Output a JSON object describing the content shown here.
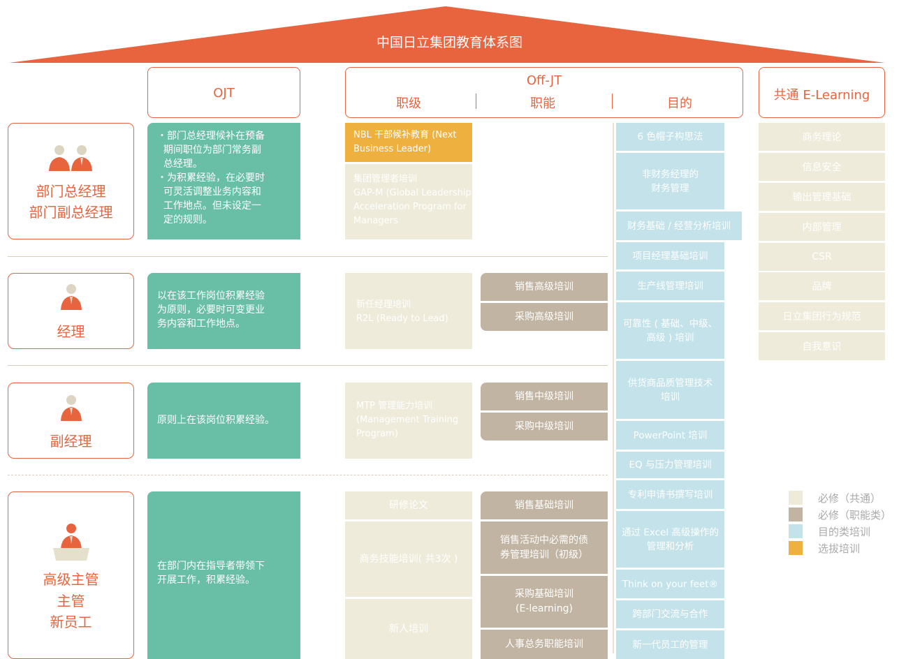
{
  "title": "中国日立集团教育体系图",
  "headers": {
    "ojt": "OJT",
    "offjt": "Off-JT",
    "rank": "职级",
    "function": "职能",
    "purpose": "目的",
    "elearning": "共通 E-Learning"
  },
  "roles": [
    {
      "lines": [
        "部门总经理",
        "部门副总经理"
      ]
    },
    {
      "lines": [
        "经理"
      ]
    },
    {
      "lines": [
        "副经理"
      ]
    },
    {
      "lines": [
        "高级主管",
        "主管",
        "新员工"
      ]
    }
  ],
  "ojt": [
    [
      "・部门总经理候补在预备",
      "  期间职位为部门常务副",
      "  总经理。",
      "・为积累经验，在必要时",
      "  可灵活调整业务内容和",
      "  工作地点。但未设定一",
      "  定的规则。"
    ],
    [
      "以在该工作岗位积累经验",
      "为原则，必要时可变更业",
      "务内容和工作地点。"
    ],
    [
      "原则上在该岗位积累经验。"
    ],
    [
      "在部门内在指导者带领下",
      "开展工作，积累经验。"
    ]
  ],
  "rank": {
    "nbl": [
      "NBL 干部候补教育 (Next",
      "Business Leader)"
    ],
    "gap": [
      "集团管理者培训",
      "GAP-M (Global Leadership",
      "Acceleration Program for",
      "Managers"
    ],
    "r2l": [
      "新任经理培训",
      "R2L (Ready to Lead)"
    ],
    "mtp": [
      "MTP 管理能力培训",
      "(Management Training",
      "Program)"
    ],
    "thesis": "研修论文",
    "business": "商务技能培训( 共3次 )",
    "newhire": "新人培训"
  },
  "function": {
    "sales_adv": "销售高级培训",
    "purch_adv": "采购高级培训",
    "sales_mid": "销售中级培训",
    "purch_mid": "采购中级培训",
    "sales_basic": "销售基础培训",
    "debt": [
      "销售活动中必需的债",
      "券管理培训（初级）"
    ],
    "purch_basic": [
      "采购基础培训",
      "(E-learning)"
    ],
    "hr": "人事总务职能培训"
  },
  "purpose": [
    [
      "6 色帽子构思法"
    ],
    [
      "非财务经理的",
      "财务管理"
    ],
    [
      "财务基础 / 经营分析培训"
    ],
    [
      "项目经理基础培训"
    ],
    [
      "生产线管理培训"
    ],
    [
      "可靠性 ( 基础、中级、",
      "高级 ) 培训"
    ],
    [
      "供货商品质管理技术",
      "培训"
    ],
    [
      "PowerPoint 培训"
    ],
    [
      "EQ 与压力管理培训"
    ],
    [
      "专利申请书撰写培训"
    ],
    [
      "通过 Excel 高级操作的",
      "管理和分析"
    ],
    [
      "Think on your feet®"
    ],
    [
      "跨部门交流与合作"
    ],
    [
      "新一代员工的管理"
    ]
  ],
  "elearning": [
    "商务理论",
    "信息安全",
    "输出管理基础",
    "内部管理",
    "CSR",
    "品牌",
    "日立集团行为规范",
    "自我意识"
  ],
  "legend": [
    {
      "label": "必修（共通）",
      "color": "#eeebda"
    },
    {
      "label": "必修（职能类）",
      "color": "#c2b4a2"
    },
    {
      "label": "目的类培训",
      "color": "#c3e2ea"
    },
    {
      "label": "选拔培训",
      "color": "#eeb13f"
    }
  ],
  "colors": {
    "accent": "#e8643f",
    "ojt": "#69bea6"
  }
}
